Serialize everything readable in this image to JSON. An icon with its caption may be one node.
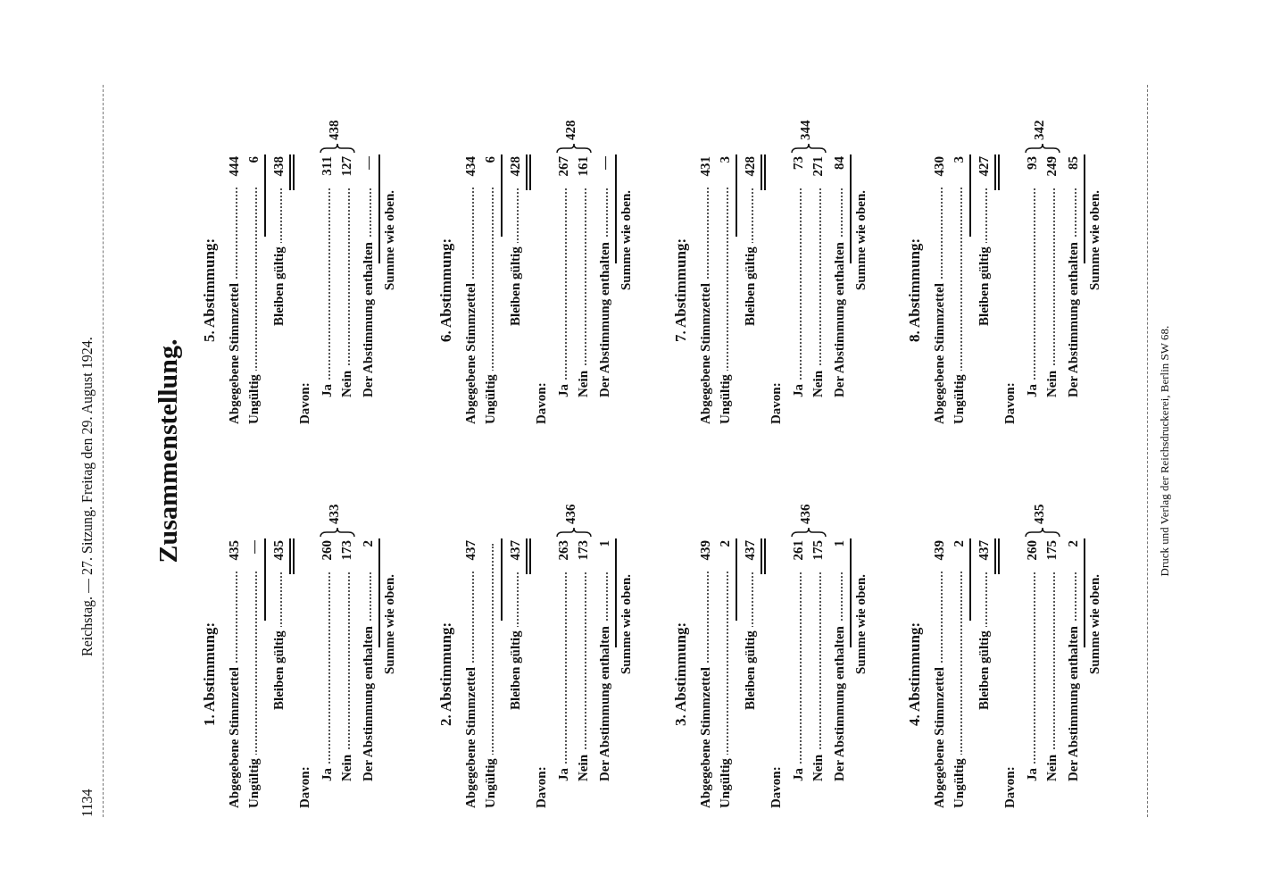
{
  "diagram": {
    "title": "Zusammenstellung.",
    "labels": [
      "1134",
      "Reichstag. — 27. Sitzung. Freitag den 29. August 1924.",
      "1. Abstimmung:",
      "Abgegebene Stimmzettel",
      "435",
      "Ungültig",
      "—",
      "Bleiben gültig",
      "435",
      "Davon:",
      "Ja",
      "260",
      "Nein",
      "173",
      "433",
      "Der Abstimmung enthalten",
      "2",
      "Summe wie oben.",
      "2. Abstimmung:",
      "Abgegebene Stimmzettel",
      "437",
      "Ungültig",
      "Bleiben gültig",
      "437",
      "Davon:",
      "Ja",
      "263",
      "Nein",
      "173",
      "436",
      "Der Abstimmung enthalten",
      "1",
      "Summe wie oben.",
      "3. Abstimmung:",
      "Abgegebene Stimmzettel",
      "439",
      "Ungültig",
      "2",
      "Bleiben gültig",
      "437",
      "Davon:",
      "Ja",
      "261",
      "Nein",
      "175",
      "436",
      "Der Abstimmung enthalten",
      "1",
      "Summe wie oben.",
      "4. Abstimmung:",
      "Abgegebene Stimmzettel",
      "439",
      "Ungültig",
      "2",
      "Bleiben gültig",
      "437",
      "Davon:",
      "Ja",
      "260",
      "Nein",
      "175",
      "435",
      "Der Abstimmung enthalten",
      "2",
      "Summe wie oben.",
      "5. Abstimmung:",
      "Abgegebene Stimmzettel",
      "444",
      "Ungültig",
      "6",
      "Bleiben gültig",
      "438",
      "Davon:",
      "Ja",
      "311",
      "Nein",
      "127",
      "438",
      "Der Abstimmung enthalten",
      "—",
      "Summe wie oben.",
      "6. Abstimmung:",
      "Abgegebene Stimmzettel",
      "434",
      "Ungültig",
      "6",
      "Bleiben gültig",
      "428",
      "Davon:",
      "Ja",
      "267",
      "Nein",
      "161",
      "428",
      "Der Abstimmung enthalten",
      "—",
      "Summe wie oben.",
      "7. Abstimmung:",
      "Abgegebene Stimmzettel",
      "431",
      "Ungültig",
      "3",
      "Bleiben gültig",
      "428",
      "Davon:",
      "Ja",
      "73",
      "Nein",
      "271",
      "344",
      "Der Abstimmung enthalten",
      "84",
      "Summe wie oben.",
      "8. Abstimmung:",
      "Abgegebene Stimmzettel",
      "430",
      "Ungültig",
      "3",
      "Bleiben gültig",
      "427",
      "Davon:",
      "Ja",
      "93",
      "Nein",
      "249",
      "342",
      "Der Abstimmung enthalten",
      "85",
      "Summe wie oben.",
      "Druck und Verlag der Reichsdruckerei, Berlin SW 68."
    ]
  }
}
